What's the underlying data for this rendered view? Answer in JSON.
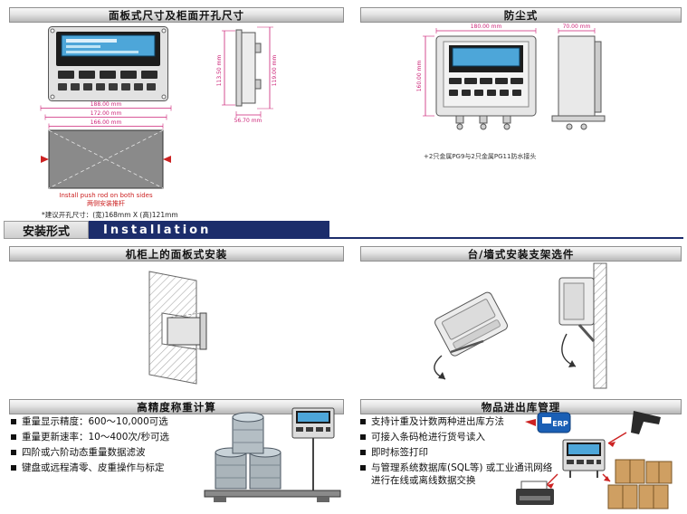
{
  "colors": {
    "accent_navy": "#1c2d6b",
    "dimension_text": "#cc2277",
    "screen_blue": "#4da6d9",
    "note_red": "#cc2222"
  },
  "headers": {
    "panel_dims": "面板式尺寸及柜面开孔尺寸",
    "dustproof": "防尘式",
    "cabinet_mount": "机柜上的面板式安装",
    "bracket_options": "台/墙式安装支架选件",
    "precision": "高精度称重计算",
    "warehouse": "物品进出库管理"
  },
  "installation_bar": {
    "label_cn": "安装形式",
    "label_en": "Installation"
  },
  "panel_section": {
    "front_dims": {
      "outer": "188.00 mm",
      "mid": "172.00 mm",
      "inner": "166.00 mm"
    },
    "side_dims": {
      "left": "113.50 mm",
      "right": "119.00 mm",
      "depth": "56.70 mm"
    },
    "cutout_note_en": "Install push rod on both sides",
    "cutout_note_cn": "两侧安装推杆",
    "cutout_suggestion": "*建议开孔尺寸：(宽)168mm X (高)121mm"
  },
  "dustproof_section": {
    "dims": {
      "width": "180.00 mm",
      "depth": "70.00 mm",
      "height": "160.00 mm"
    },
    "note": "+2只金属PG9与2只金属PG11防水接头"
  },
  "precision_section": {
    "bullets": [
      "重量显示精度：600～10,000可选",
      "重量更新速率：10～400次/秒可选",
      "四阶或六阶动态重量数据滤波",
      "键盘或远程清零、皮重操作与标定"
    ]
  },
  "warehouse_section": {
    "bullets": [
      "支持计重及计数两种进出库方法",
      "可接入条码枪进行货号读入",
      "即时标签打印",
      "与管理系统数据库(SQL等) 或工业通讯网络进行在线或离线数据交换"
    ],
    "erp_label": "ERP"
  }
}
